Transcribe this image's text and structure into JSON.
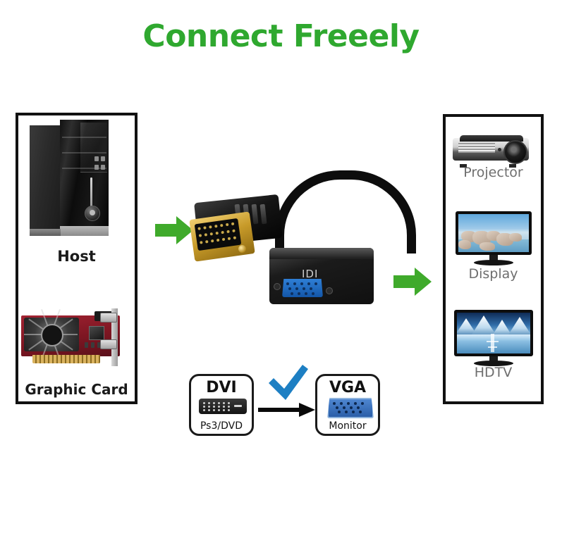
{
  "title": "Connect Freeely",
  "theme": {
    "title_color": "#2fa82f",
    "arrow_green": "#3faa2b",
    "check_blue": "#1d7fc3",
    "panel_border": "#111111",
    "label_color": "#1a1a1a",
    "right_label_color": "#6e6e6e"
  },
  "left_panel": {
    "items": [
      {
        "label": "Host",
        "icon": "desktop-tower-icon"
      },
      {
        "label": "Graphic Card",
        "icon": "graphics-card-icon"
      }
    ]
  },
  "right_panel": {
    "items": [
      {
        "label": "Projector",
        "icon": "projector-icon"
      },
      {
        "label": "Display",
        "icon": "monitor-icon"
      },
      {
        "label": "HDTV",
        "icon": "television-icon"
      }
    ]
  },
  "product": {
    "name": "DVI to VGA adapter",
    "input_connector": "DVI-D male",
    "output_port": "VGA female",
    "port_marking": "IDI"
  },
  "conversion": {
    "source": {
      "title": "DVI",
      "subtitle": "Ps3/DVD",
      "icon": "dvi-connector-icon"
    },
    "target": {
      "title": "VGA",
      "subtitle": "Monitor",
      "icon": "vga-connector-icon"
    },
    "check_icon": "blue-checkmark-icon",
    "arrow_icon": "black-right-arrow-icon"
  },
  "flow_arrows": [
    {
      "icon": "green-right-arrow-icon",
      "position": "host-to-adapter"
    },
    {
      "icon": "green-right-arrow-icon",
      "position": "adapter-to-display"
    }
  ]
}
